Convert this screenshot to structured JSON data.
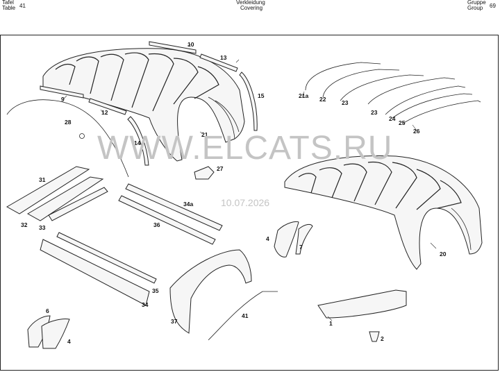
{
  "header": {
    "left_de": "Tafel",
    "left_en": "Table",
    "left_num": "41",
    "center_de": "Verkleidung",
    "center_en": "Covering",
    "right_de": "Gruppe",
    "right_en": "Group",
    "right_num": "69"
  },
  "watermark": {
    "brand": "WWW.ELCATS.RU",
    "date": "10.07.2026"
  },
  "callouts": [
    "10",
    "13",
    "15",
    "9",
    "12",
    "28",
    "14",
    "21",
    "27",
    "21a",
    "22",
    "23",
    "23",
    "24",
    "25",
    "26",
    "31",
    "32",
    "33",
    "34a",
    "36",
    "4",
    "7",
    "20",
    "6",
    "4",
    "35",
    "34",
    "37",
    "41",
    "1",
    "2"
  ]
}
